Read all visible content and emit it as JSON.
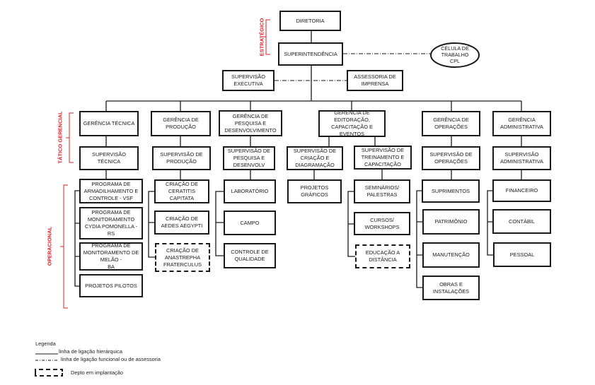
{
  "top": {
    "diretoria": "DIRETORIA",
    "superintendencia": "SUPERINTENDÊNCIA",
    "celula": [
      "CÉLULA DE",
      "TRABALHO",
      "CPL"
    ],
    "supervisao_executiva": [
      "SUPERVISÃO",
      "EXECUTIVA"
    ],
    "assessoria": [
      "ASSESSORIA DE",
      "IMPRENSA"
    ]
  },
  "levels": {
    "estrategico": "ESTRATÉGICO",
    "tatico": "TÁTICO GERENCIAL",
    "operacional": "OPERACIONAL",
    "color": "#e0202a"
  },
  "gerencias": [
    {
      "gerencia": [
        "GERÊNCIA TÉCNICA"
      ],
      "supervisoes": [
        {
          "label": [
            "SUPERVISÃO",
            "TÉCNICA"
          ],
          "units": [
            {
              "label": [
                "PROGRAMA DE",
                "ARMADILHAMENTO E",
                "CONTROLE - VSF"
              ],
              "dashed": false
            },
            {
              "label": [
                "PROGRAMA DE",
                "MONITORAMENTO",
                "CYDIA POMONELLA - RS"
              ],
              "dashed": false
            },
            {
              "label": [
                "PROGRAMA DE",
                "MONITORAMENTO  DE",
                "MELÃO  -",
                "BA"
              ],
              "dashed": false
            },
            {
              "label": [
                "PROJETOS PILOTOS"
              ],
              "dashed": false
            }
          ]
        }
      ]
    },
    {
      "gerencia": [
        "GERÊNCIA DE",
        "PRODUÇÃO"
      ],
      "supervisoes": [
        {
          "label": [
            "SUPERVISÃO DE",
            "PRODUÇÃO"
          ],
          "units": [
            {
              "label": [
                "CRIAÇÃO DE",
                "CERATITIS",
                "CAPITATA"
              ],
              "dashed": false
            },
            {
              "label": [
                "CRIAÇÃO DE",
                "AEDES AEGYPTI"
              ],
              "dashed": false
            },
            {
              "label": [
                "CRIAÇÃO DE",
                "ANASTREPHA",
                "FRATERCULUS"
              ],
              "dashed": true
            }
          ]
        }
      ]
    },
    {
      "gerencia": [
        "GERÊNCIA DE",
        "PESQUISA E",
        "DESENVOLVIMENTO"
      ],
      "supervisoes": [
        {
          "label": [
            "SUPERVISÃO DE",
            "PESQUISA E",
            "DESENVOLV"
          ],
          "units": [
            {
              "label": [
                "LABORATÓRIO"
              ],
              "dashed": false
            },
            {
              "label": [
                "CAMPO"
              ],
              "dashed": false
            },
            {
              "label": [
                "CONTROLE DE",
                "QUALIDADE"
              ],
              "dashed": false
            }
          ]
        }
      ]
    },
    {
      "gerencia": [
        "GERÊNCIA DE",
        "EDITORAÇÃO,",
        "CAPACITAÇÃO E",
        "EVENTOS"
      ],
      "supervisoes": [
        {
          "label": [
            "SUPERVISÃO DE",
            "CRIAÇÃO E",
            "DIAGRAMAÇÃO"
          ],
          "units": [
            {
              "label": [
                "PROJETOS",
                "GRÁFICOS"
              ],
              "dashed": false
            }
          ]
        },
        {
          "label": [
            "SUPERVISÃO  DE",
            "TREINAMENTO E",
            "CAPACITAÇÃO"
          ],
          "units": [
            {
              "label": [
                "SEMINÁRIOS/",
                "PALESTRAS"
              ],
              "dashed": false
            },
            {
              "label": [
                "CURSOS/",
                "WORKSHOPS"
              ],
              "dashed": false
            },
            {
              "label": [
                "EDUCAÇÃO A",
                "DISTÂNCIA"
              ],
              "dashed": true
            }
          ]
        }
      ]
    },
    {
      "gerencia": [
        "GERÊNCIA DE",
        "OPERAÇÕES"
      ],
      "supervisoes": [
        {
          "label": [
            "SUPERVISÃO DE",
            "OPERAÇÕES"
          ],
          "units": [
            {
              "label": [
                "SUPRIMENTOS"
              ],
              "dashed": false
            },
            {
              "label": [
                "PATRIMÔNIO"
              ],
              "dashed": false
            },
            {
              "label": [
                "MANUTENÇÃO"
              ],
              "dashed": false
            },
            {
              "label": [
                "OBRAS E",
                "INSTALAÇÕES"
              ],
              "dashed": false
            }
          ]
        }
      ]
    },
    {
      "gerencia": [
        "GERÊNCIA",
        "ADMINISTRATIVA"
      ],
      "supervisoes": [
        {
          "label": [
            "SUPERVISÃO",
            "ADMINISTRATIVA"
          ],
          "units": [
            {
              "label": [
                "FINANCEIRO"
              ],
              "dashed": false
            },
            {
              "label": [
                "CONTÁBIL"
              ],
              "dashed": false
            },
            {
              "label": [
                "PESSOAL"
              ],
              "dashed": false
            }
          ]
        }
      ]
    }
  ],
  "legend": {
    "title": "Legenda",
    "hierarchical": "linha de ligação hierárquica",
    "functional": "linha de ligação funcional ou de assessoria",
    "dashed": "Depto em implantação"
  }
}
